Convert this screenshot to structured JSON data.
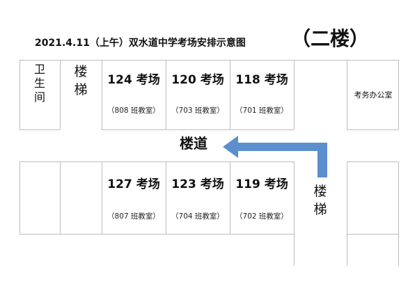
{
  "header": {
    "title": "2021.4.11（上午）双水道中学考场安排示意图",
    "floor": "（二楼）"
  },
  "left_rooms": {
    "restroom_chars": [
      "卫",
      "生",
      "间"
    ],
    "stairs_left_chars": [
      "楼",
      "梯"
    ]
  },
  "top_row": [
    {
      "name": "124 考场",
      "sub": "（808 班教室）"
    },
    {
      "name": "120 考场",
      "sub": "（703 班教室）"
    },
    {
      "name": "118 考场",
      "sub": "（701 班教室）"
    }
  ],
  "bottom_row": [
    {
      "name": "127 考场",
      "sub": "（807 班教室）"
    },
    {
      "name": "123 考场",
      "sub": "（704 班教室）"
    },
    {
      "name": "119 考场",
      "sub": "（702 班教室）"
    }
  ],
  "corridor_label": "楼道",
  "stairs_right_chars": [
    "楼",
    "梯"
  ],
  "office_label": "考务办公室",
  "colors": {
    "arrow": "#5b8fce",
    "grid": "#bcbcbc"
  }
}
